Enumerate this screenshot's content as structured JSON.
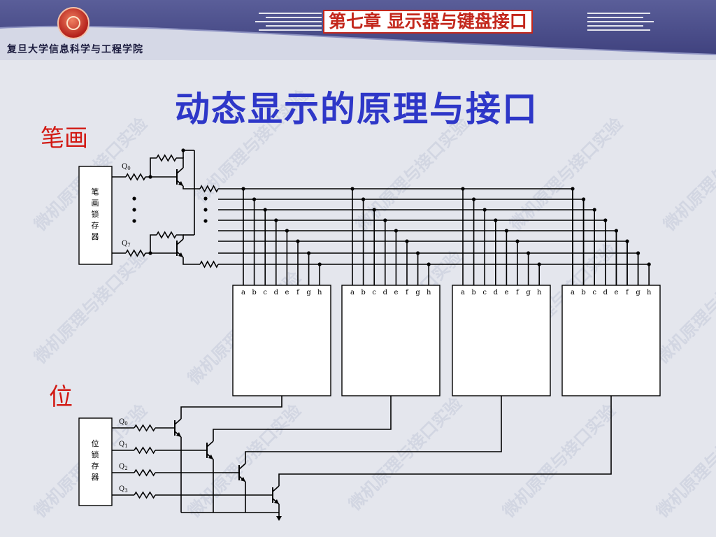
{
  "header": {
    "school": "复旦大学信息科学与工程学院",
    "chapter": "第七章 显示器与键盘接口"
  },
  "slide": {
    "title": "动态显示的原理与接口",
    "segment_label": "笔画",
    "position_label": "位",
    "watermark": "微机原理与接口实验"
  },
  "circuit": {
    "segment_latch_label": "笔画锁存器",
    "digit_latch_label": "位锁存器",
    "seg_q_top": "Q0",
    "seg_q_bottom": "Q7",
    "digit_q": [
      "Q0",
      "Q1",
      "Q2",
      "Q3"
    ],
    "segment_pins": [
      "a",
      "b",
      "c",
      "d",
      "e",
      "f",
      "g",
      "h"
    ],
    "digit_count": 4
  }
}
